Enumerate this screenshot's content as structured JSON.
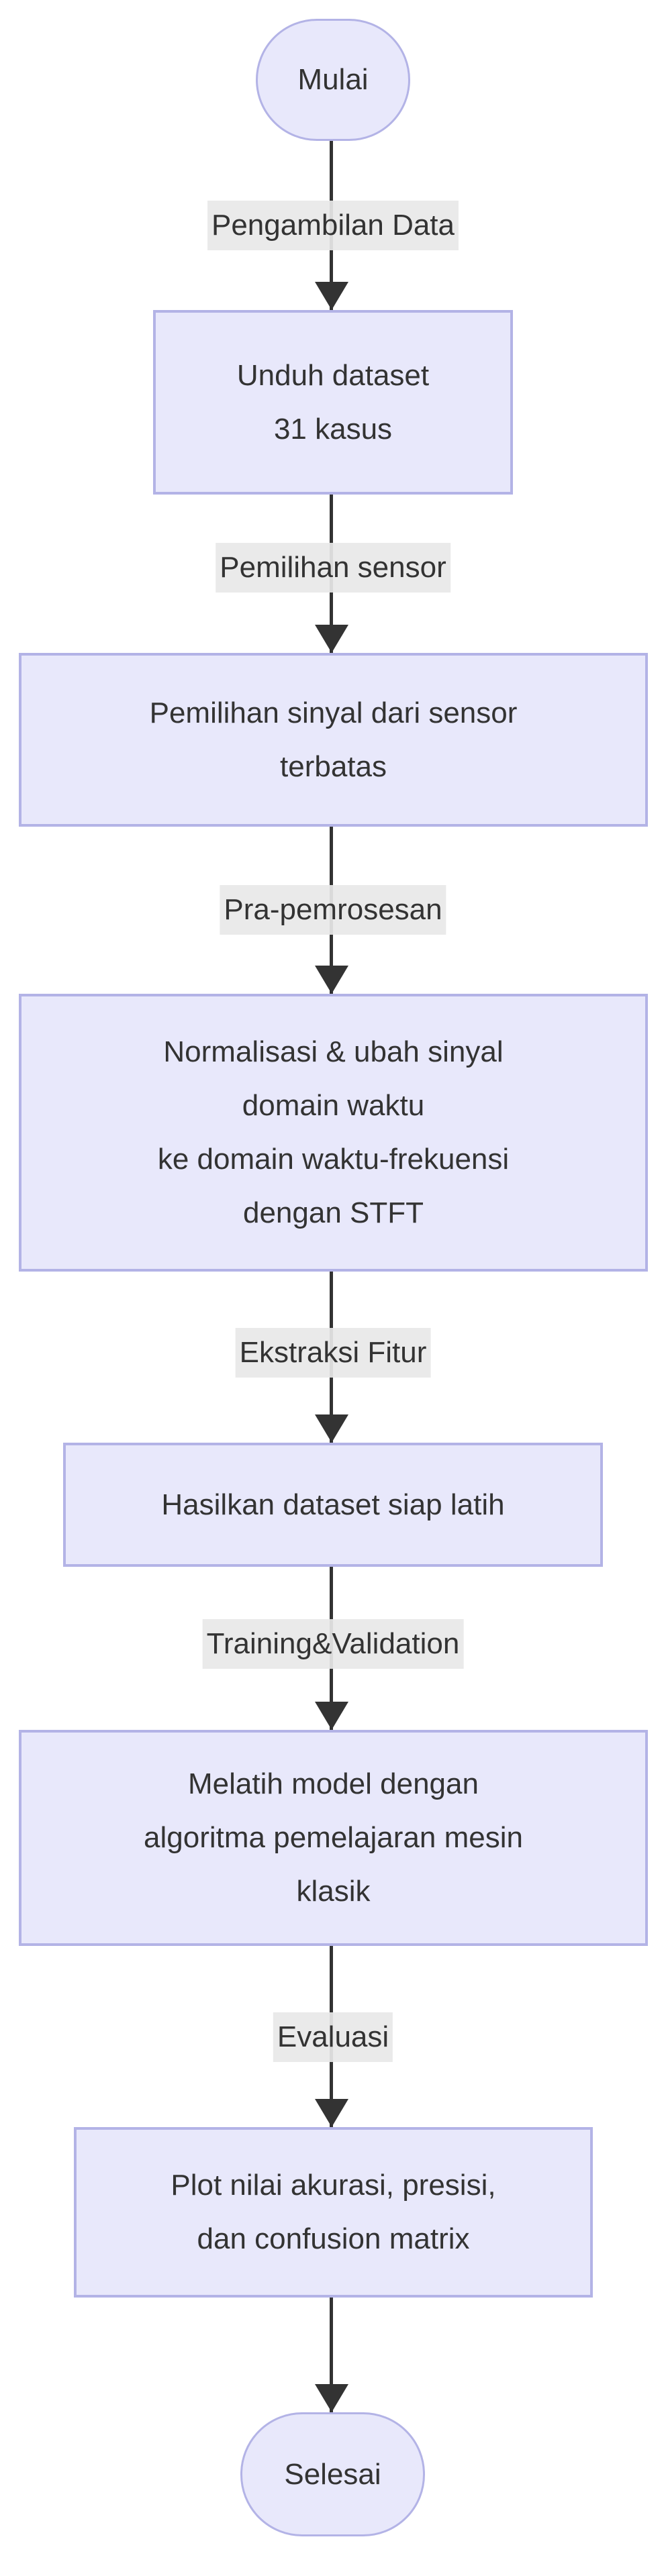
{
  "flow": {
    "type": "flowchart-top-down",
    "start": {
      "label": "Mulai"
    },
    "end": {
      "label": "Selesai"
    },
    "steps": [
      {
        "edge_label": "Pengambilan Data",
        "node_lines": [
          "Unduh dataset",
          "31 kasus"
        ]
      },
      {
        "edge_label": "Pemilihan sensor",
        "node_lines": [
          "Pemilihan sinyal dari sensor",
          "terbatas"
        ]
      },
      {
        "edge_label": "Pra-pemrosesan",
        "node_lines": [
          "Normalisasi & ubah sinyal",
          "domain waktu",
          "ke domain waktu-frekuensi",
          "dengan STFT"
        ]
      },
      {
        "edge_label": "Ekstraksi Fitur",
        "node_lines": [
          "Hasilkan dataset siap latih"
        ]
      },
      {
        "edge_label": "Training&Validation",
        "node_lines": [
          "Melatih model dengan",
          "algoritma pemelajaran mesin",
          "klasik"
        ]
      },
      {
        "edge_label": "Evaluasi",
        "node_lines": [
          "Plot nilai akurasi, presisi,",
          "dan confusion matrix"
        ]
      }
    ],
    "colors": {
      "node_fill": "#e8e8fb",
      "node_border": "#b3b3e6",
      "label_bg": "#e8e8e8",
      "line_color": "#333333",
      "text_color": "#333333",
      "page_bg": "#ffffff"
    }
  }
}
